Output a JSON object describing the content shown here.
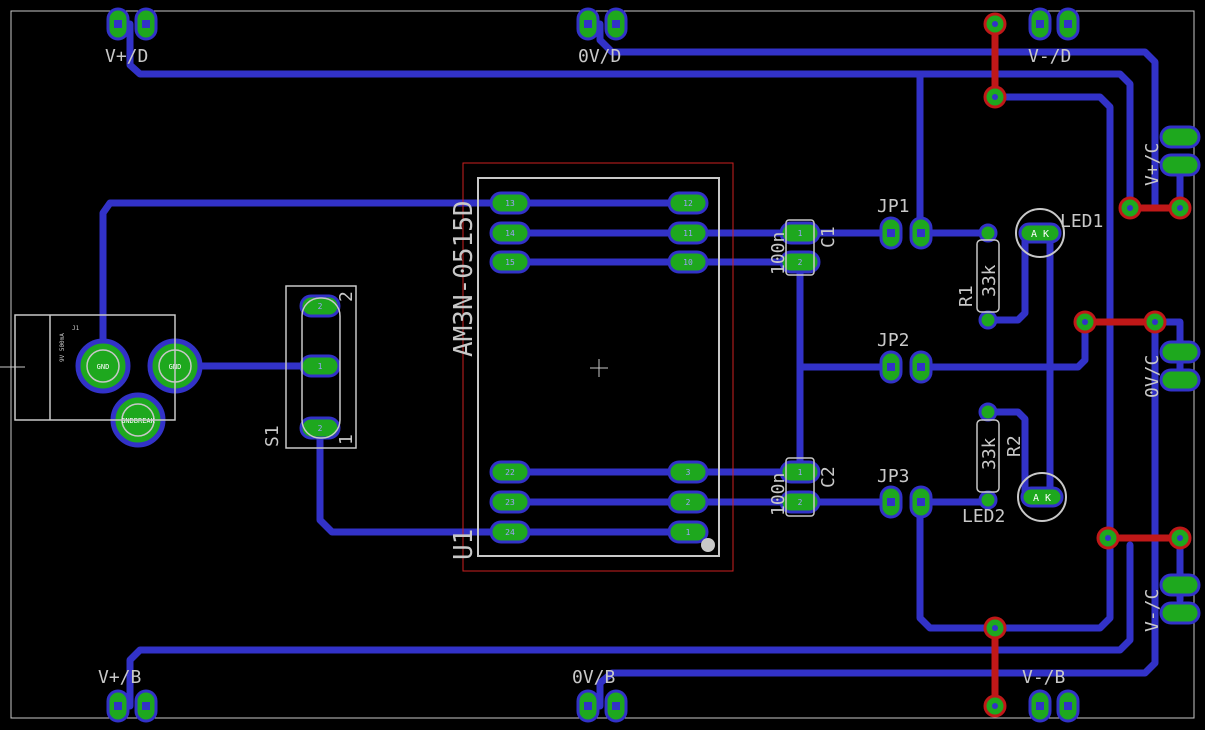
{
  "colors": {
    "background": "#000000",
    "outline": "#c8c8c8",
    "trace_bottom": "#3232c8",
    "trace_top": "#c01818",
    "pad_fill": "#1ea81e",
    "via_fill": "#1ea81e",
    "label": "#c8c8c8",
    "pin_text": "#a0a0ff",
    "keepout": "#cc2020"
  },
  "connectors": {
    "v_plus_d": "V+/D",
    "zero_v_d": "0V/D",
    "v_minus_d": "V-/D",
    "v_plus_c": "V+/C",
    "zero_v_c": "0V/C",
    "v_minus_c": "V-/C",
    "v_plus_b": "V+/B",
    "zero_v_b": "0V/B",
    "v_minus_b": "V-/B"
  },
  "components": {
    "u1_part": "AM3N-0515D",
    "u1_name": "U1",
    "c1_name": "C1",
    "c1_value": "100n",
    "c2_name": "C2",
    "c2_value": "100n",
    "r1_name": "R1",
    "r1_value": "33k",
    "r2_name": "R2",
    "r2_value": "33k",
    "led1_name": "LED1",
    "led2_name": "LED2",
    "jp1_name": "JP1",
    "jp2_name": "JP2",
    "jp3_name": "JP3",
    "s1_name": "S1",
    "s1_pin1": "1",
    "s1_pin2": "2",
    "j1_name": "J1",
    "j1_rating": "9V 500mA",
    "j1_gnd1": "GND",
    "j1_gnd2": "GND",
    "j1_gndbreak": "GNDBREAK"
  },
  "pins": {
    "u1": [
      "13",
      "14",
      "15",
      "12",
      "11",
      "10",
      "22",
      "23",
      "24",
      "3",
      "2",
      "1"
    ],
    "c1": [
      "1",
      "2"
    ],
    "c2": [
      "1",
      "2"
    ],
    "s1": [
      "2",
      "1",
      "2"
    ],
    "led1": "A K",
    "led2": "A K"
  }
}
